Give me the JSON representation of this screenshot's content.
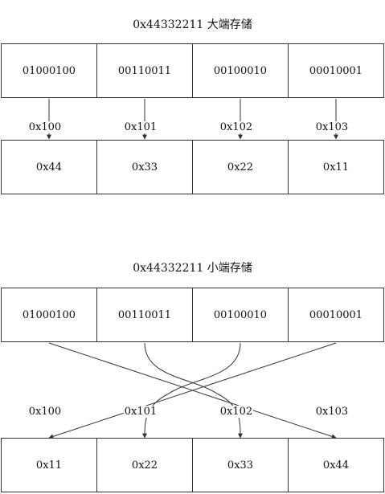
{
  "big_endian": {
    "title": "0x44332211 大端存储",
    "bytes": [
      "01000100",
      "00110011",
      "00100010",
      "00010001"
    ],
    "addresses": [
      "0x100",
      "0x101",
      "0x102",
      "0x103"
    ],
    "memory": [
      "0x44",
      "0x33",
      "0x22",
      "0x11"
    ]
  },
  "little_endian": {
    "title": "0x44332211 小端存储",
    "bytes": [
      "01000100",
      "00110011",
      "00100010",
      "00010001"
    ],
    "addresses": [
      "0x100",
      "0x101",
      "0x102",
      "0x103"
    ],
    "memory": [
      "0x11",
      "0x22",
      "0x33",
      "0x44"
    ]
  }
}
